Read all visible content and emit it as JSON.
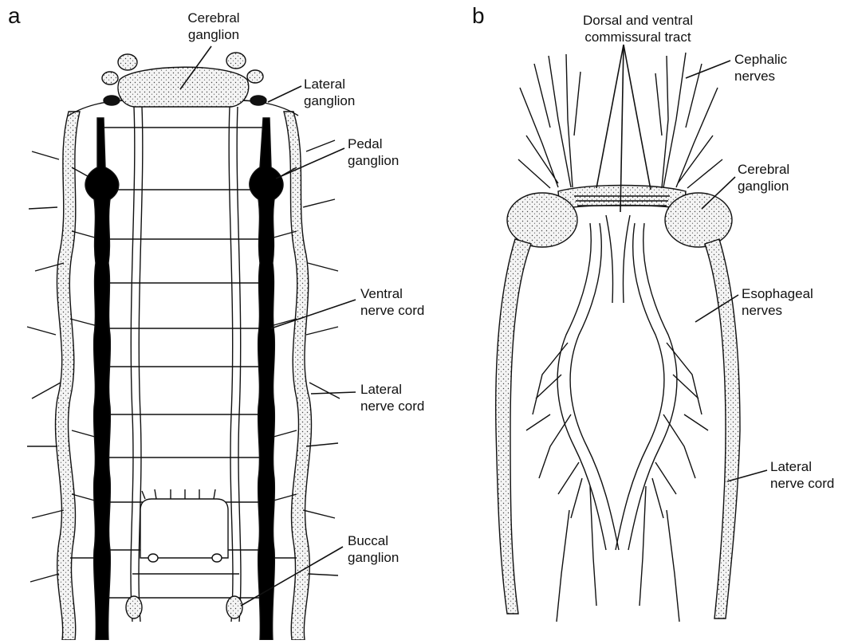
{
  "panels": {
    "a": {
      "letter": "a",
      "labels": {
        "cerebral_ganglion": [
          "Cerebral",
          "ganglion"
        ],
        "lateral_ganglion": [
          "Lateral",
          "ganglion"
        ],
        "pedal_ganglion": [
          "Pedal",
          "ganglion"
        ],
        "ventral_nerve_cord": [
          "Ventral",
          "nerve cord"
        ],
        "lateral_nerve_cord": [
          "Lateral",
          "nerve cord"
        ],
        "buccal_ganglion": [
          "Buccal",
          "ganglion"
        ]
      }
    },
    "b": {
      "letter": "b",
      "labels": {
        "commissural_tract": [
          "Dorsal and ventral",
          "commissural tract"
        ],
        "cephalic_nerves": [
          "Cephalic",
          "nerves"
        ],
        "cerebral_ganglion": [
          "Cerebral",
          "ganglion"
        ],
        "esophageal_nerves": [
          "Esophageal",
          "nerves"
        ],
        "lateral_nerve_cord": [
          "Lateral",
          "nerve cord"
        ]
      }
    }
  },
  "colors": {
    "ink": "#111111",
    "stipple": "#e6e6e6",
    "cord": "#000000"
  }
}
